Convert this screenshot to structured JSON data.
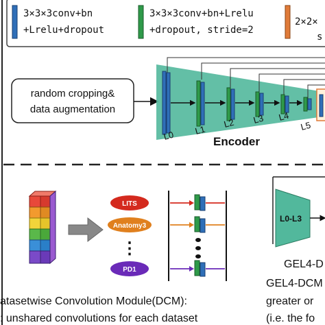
{
  "legend": {
    "item1": {
      "line1": "3×3×3conv+bn",
      "line2": "+Lrelu+dropout",
      "color": "#2f6fb8"
    },
    "item2": {
      "line1": "3×3×3conv+bn+Lrelu",
      "line2": "+dropout, stride=2",
      "color": "#2f9a4a"
    },
    "item3": {
      "line1": "2×2×",
      "line2": "s",
      "color": "#e07b39"
    }
  },
  "preprocess": {
    "line1": "random cropping&",
    "line2": "data augmentation"
  },
  "encoder": {
    "label": "Encoder",
    "levels": [
      "L0",
      "L1",
      "L2",
      "L3",
      "L4",
      "L5"
    ],
    "fill_color": "#52b89c"
  },
  "dcm": {
    "datasets": [
      "LITS",
      "Anatomy3",
      "PD1"
    ],
    "ellipsis": "⋮",
    "caption_line1": "atasetwise Convolution Module(DCM):",
    "caption_line2": ": unshared convolutions for each dataset"
  },
  "right_panel": {
    "box_label": "L0-L3",
    "line1": "GEL4-D",
    "line2": "GEL4-DCM",
    "line3": "greater or",
    "line4": "(i.e. the fo"
  }
}
